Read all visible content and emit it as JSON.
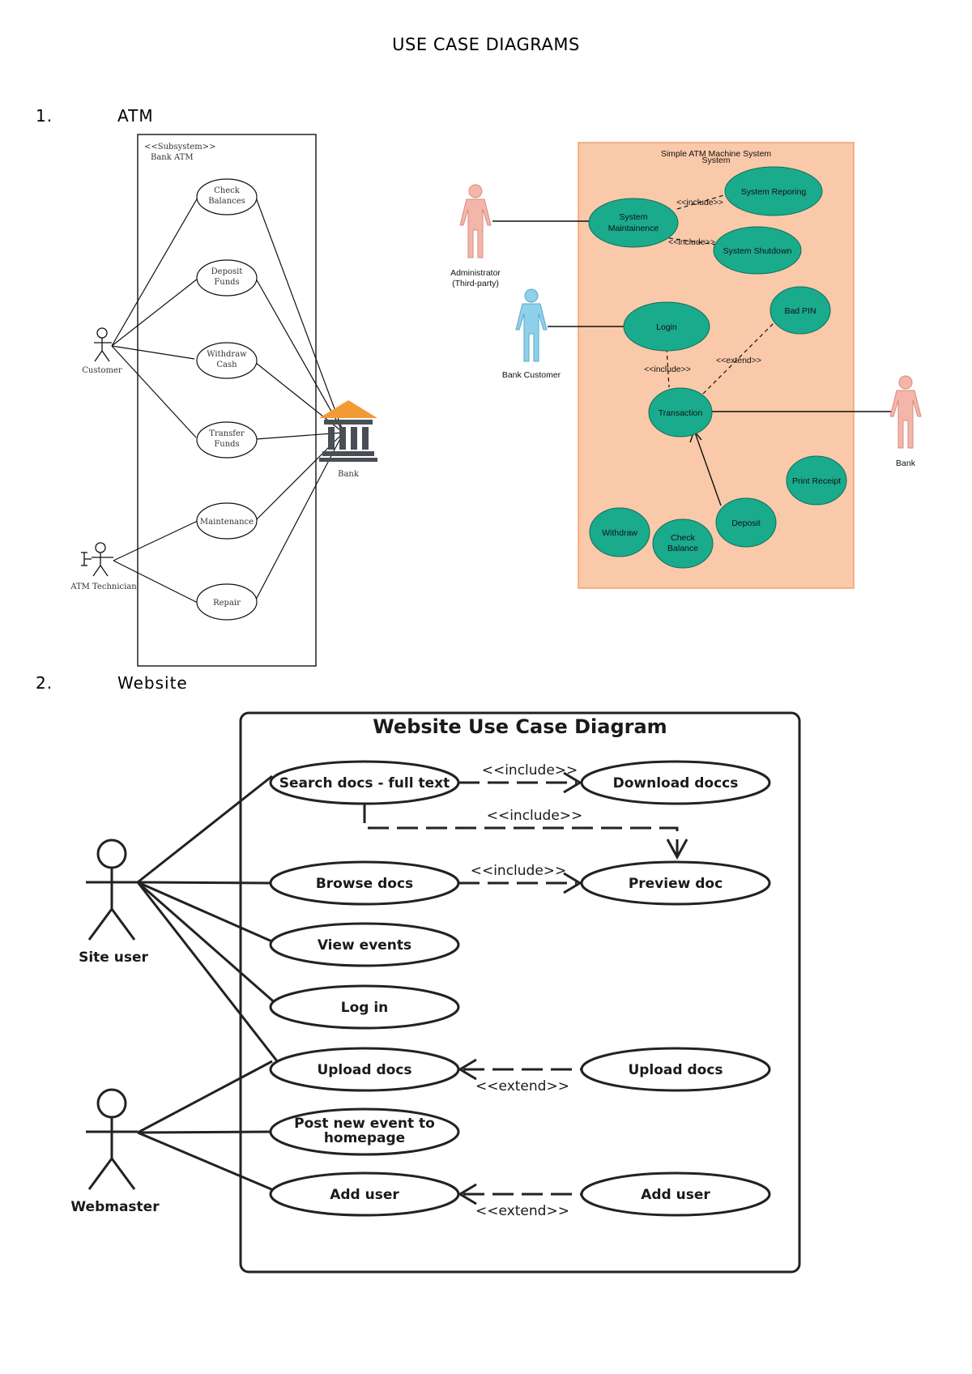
{
  "page": {
    "title": "USE CASE DIAGRAMS"
  },
  "sections": [
    {
      "number": "1.",
      "label": "ATM"
    },
    {
      "number": "2.",
      "label": "Website"
    }
  ],
  "atm1": {
    "stereotype": "<<Subsystem>>",
    "system_name": "Bank ATM",
    "actors": {
      "customer": "Customer",
      "technician": "ATM Technician",
      "bank": "Bank"
    },
    "usecases": {
      "check_l1": "Check",
      "check_l2": "Balances",
      "deposit_l1": "Deposit",
      "deposit_l2": "Funds",
      "withdraw_l1": "Withdraw",
      "withdraw_l2": "Cash",
      "transfer_l1": "Transfer",
      "transfer_l2": "Funds",
      "maintenance": "Maintenance",
      "repair": "Repair"
    }
  },
  "atm2": {
    "title": "Simple ATM Machine System",
    "subtitle": "System",
    "colors": {
      "boundary_fill": "#f9c9a9",
      "boundary_stroke": "#f0a070",
      "usecase_fill": "#1aaa8c",
      "admin": "#f4b6aa",
      "customer": "#8fd0ea",
      "bank": "#f4b6aa"
    },
    "actors": {
      "admin_l1": "Administrator",
      "admin_l2": "(Third-party)",
      "customer": "Bank Customer",
      "bank": "Bank"
    },
    "usecases": {
      "maint_l1": "System",
      "maint_l2": "Maintainence",
      "reporting": "System Reporing",
      "shutdown": "System Shutdown",
      "login": "Login",
      "badpin": "Bad PIN",
      "transaction": "Transaction",
      "print": "Print Receipt",
      "withdraw": "Withdraw",
      "check_l1": "Check",
      "check_l2": "Balance",
      "deposit": "Deposit"
    },
    "relations": {
      "include_a": "<<include>>",
      "include_b": "<<include>>",
      "include_c": "<<include>>",
      "extend": "<<extend>>"
    }
  },
  "website": {
    "title": "Website Use Case Diagram",
    "actors": {
      "site_user": "Site user",
      "webmaster": "Webmaster"
    },
    "usecases": {
      "search": "Search docs - full text",
      "download": "Download doccs",
      "browse": "Browse docs",
      "preview": "Preview doc",
      "events": "View events",
      "login": "Log in",
      "upload": "Upload docs",
      "upload_ext": "Upload docs",
      "post_l1": "Post new event to",
      "post_l2": "homepage",
      "adduser": "Add user",
      "adduser_ext": "Add user"
    },
    "relations": {
      "include_1": "<<include>>",
      "include_2": "<<include>>",
      "include_3": "<<include>>",
      "extend_1": "<<extend>>",
      "extend_2": "<<extend>>"
    }
  }
}
